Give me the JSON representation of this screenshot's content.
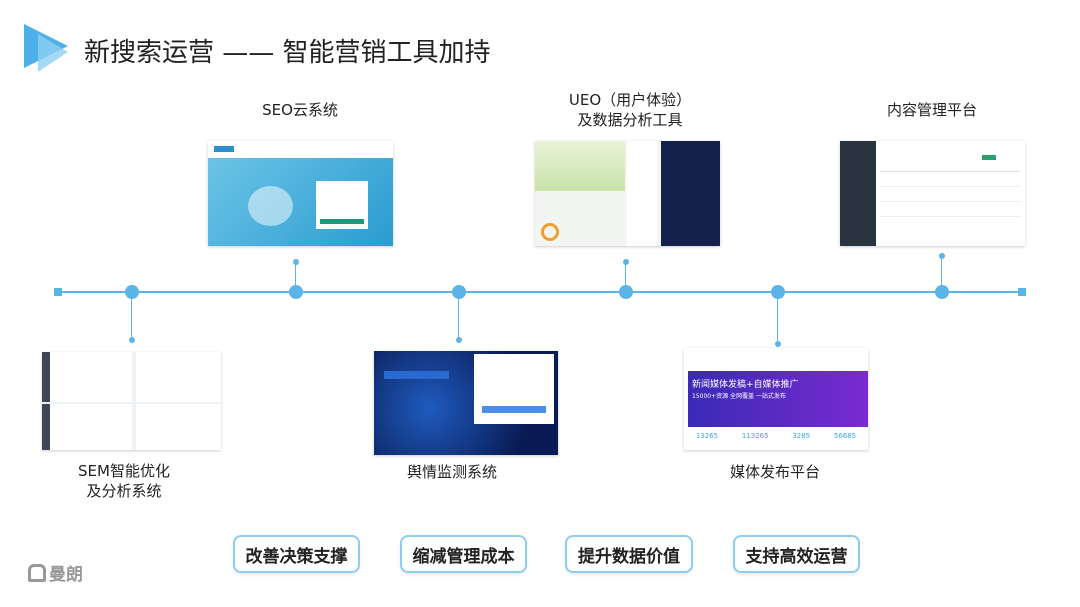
{
  "title": "新搜索运营 —— 智能营销工具加持",
  "colors": {
    "accent": "#5bb4e8",
    "logo_triangle": "#3aa7e6"
  },
  "items_top": [
    {
      "label": "SEO云系统"
    },
    {
      "label_line1": "UEO（用户体验）",
      "label_line2": "及数据分析工具"
    },
    {
      "label": "内容管理平台"
    }
  ],
  "items_bottom": [
    {
      "label_line1": "SEM智能优化",
      "label_line2": "及分析系统"
    },
    {
      "label": "舆情监测系统"
    },
    {
      "label": "媒体发布平台"
    }
  ],
  "media_thumb": {
    "headline": "新闻媒体发稿+自媒体推广",
    "sub": "15000+资源 全网覆盖 一站式发布",
    "stats": [
      "13265",
      "113265",
      "3285",
      "56685"
    ]
  },
  "buttons": [
    "改善决策支撑",
    "缩减管理成本",
    "提升数据价值",
    "支持高效运营"
  ],
  "logo": {
    "text": "曼朗"
  }
}
